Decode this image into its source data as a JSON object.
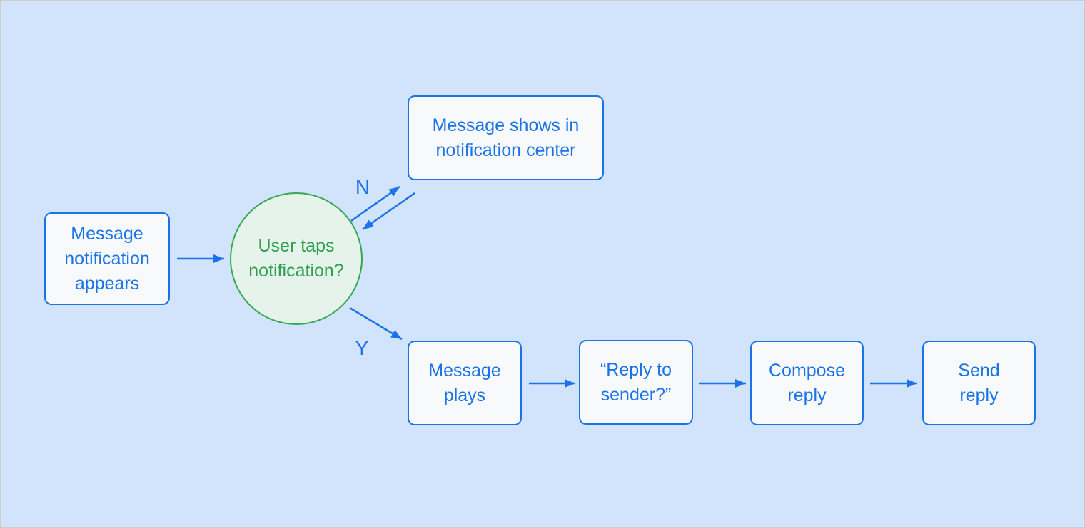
{
  "palette": {
    "canvas_background": "#d2e3fc",
    "canvas_border": "#cccccc",
    "blue_accent": "#1a73e8",
    "box_fill": "#f7f9fb",
    "green_border": "#34a853",
    "green_fill": "#e6f3ea",
    "green_text": "#2e9e4f"
  },
  "nodes": {
    "start": {
      "label": "Message\nnotification\nappears"
    },
    "decision": {
      "label": "User taps\nnotification?"
    },
    "notification_center": {
      "label": "Message shows in\nnotification center"
    },
    "message_plays": {
      "label": "Message\nplays"
    },
    "reply_prompt": {
      "label": "“Reply to\nsender?”"
    },
    "compose_reply": {
      "label": "Compose\nreply"
    },
    "send_reply": {
      "label": "Send\nreply"
    }
  },
  "edge_labels": {
    "no": "N",
    "yes": "Y"
  }
}
